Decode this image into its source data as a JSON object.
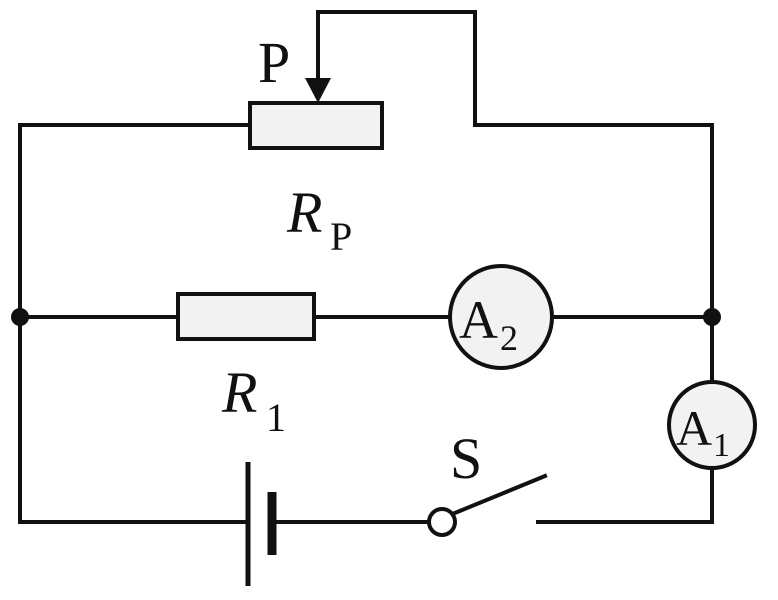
{
  "labels": {
    "slider": "P",
    "rheostat_main": "R",
    "rheostat_sub": "P",
    "resistor_main": "R",
    "resistor_sub": "1",
    "ammeter2_main": "A",
    "ammeter2_sub": "2",
    "ammeter1_main": "A",
    "ammeter1_sub": "1",
    "switch": "S"
  },
  "colors": {
    "wire": "#111111",
    "component_fill": "#f2f2f2",
    "background": "#ffffff"
  }
}
